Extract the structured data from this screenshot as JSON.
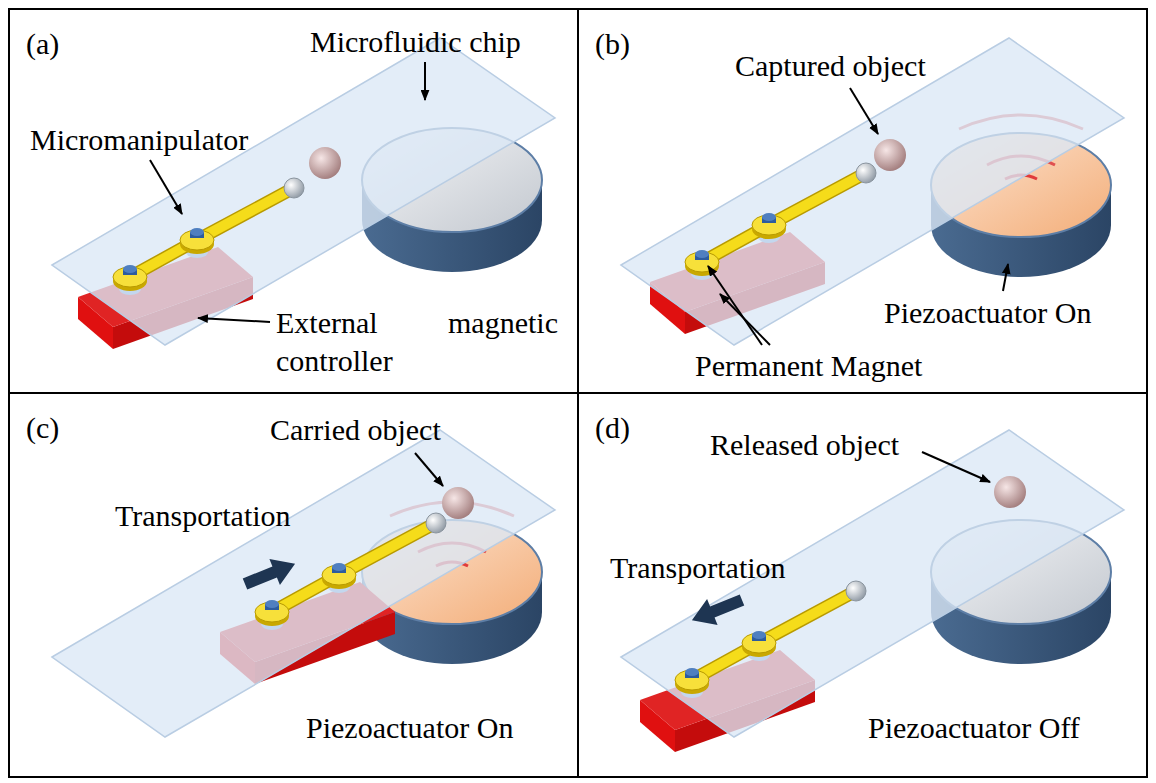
{
  "diagram": {
    "nodes": [
      {
        "text": [
          "(a)"
        ]
      },
      {
        "text": [
          "(b)"
        ]
      },
      {
        "text": [
          "(c)"
        ]
      },
      {
        "text": [
          "(d)"
        ]
      }
    ],
    "labels": [
      "Microfluidic chip",
      "Micromanipulator",
      "External magnetic controller",
      "Captured object",
      "Piezoactuator On",
      "Permanent Magnet",
      "Carried object",
      "Transportation",
      "Piezoactuator On",
      "Released object",
      "Transportation",
      "Piezoactuator Off"
    ]
  }
}
